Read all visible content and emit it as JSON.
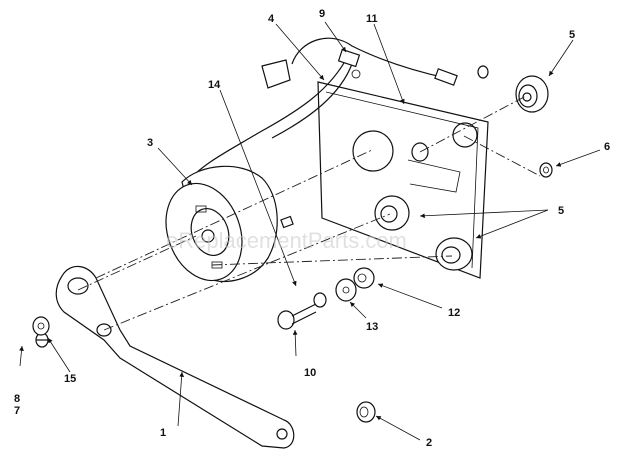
{
  "watermark": "eReplacementParts.com",
  "callouts": {
    "c1": "1",
    "c2": "2",
    "c3": "3",
    "c4": "4",
    "c5a": "5",
    "c5b": "5",
    "c6": "6",
    "c7": "7",
    "c8": "8",
    "c9": "9",
    "c10": "10",
    "c11": "11",
    "c12": "12",
    "c13": "13",
    "c14": "14",
    "c15": "15"
  }
}
